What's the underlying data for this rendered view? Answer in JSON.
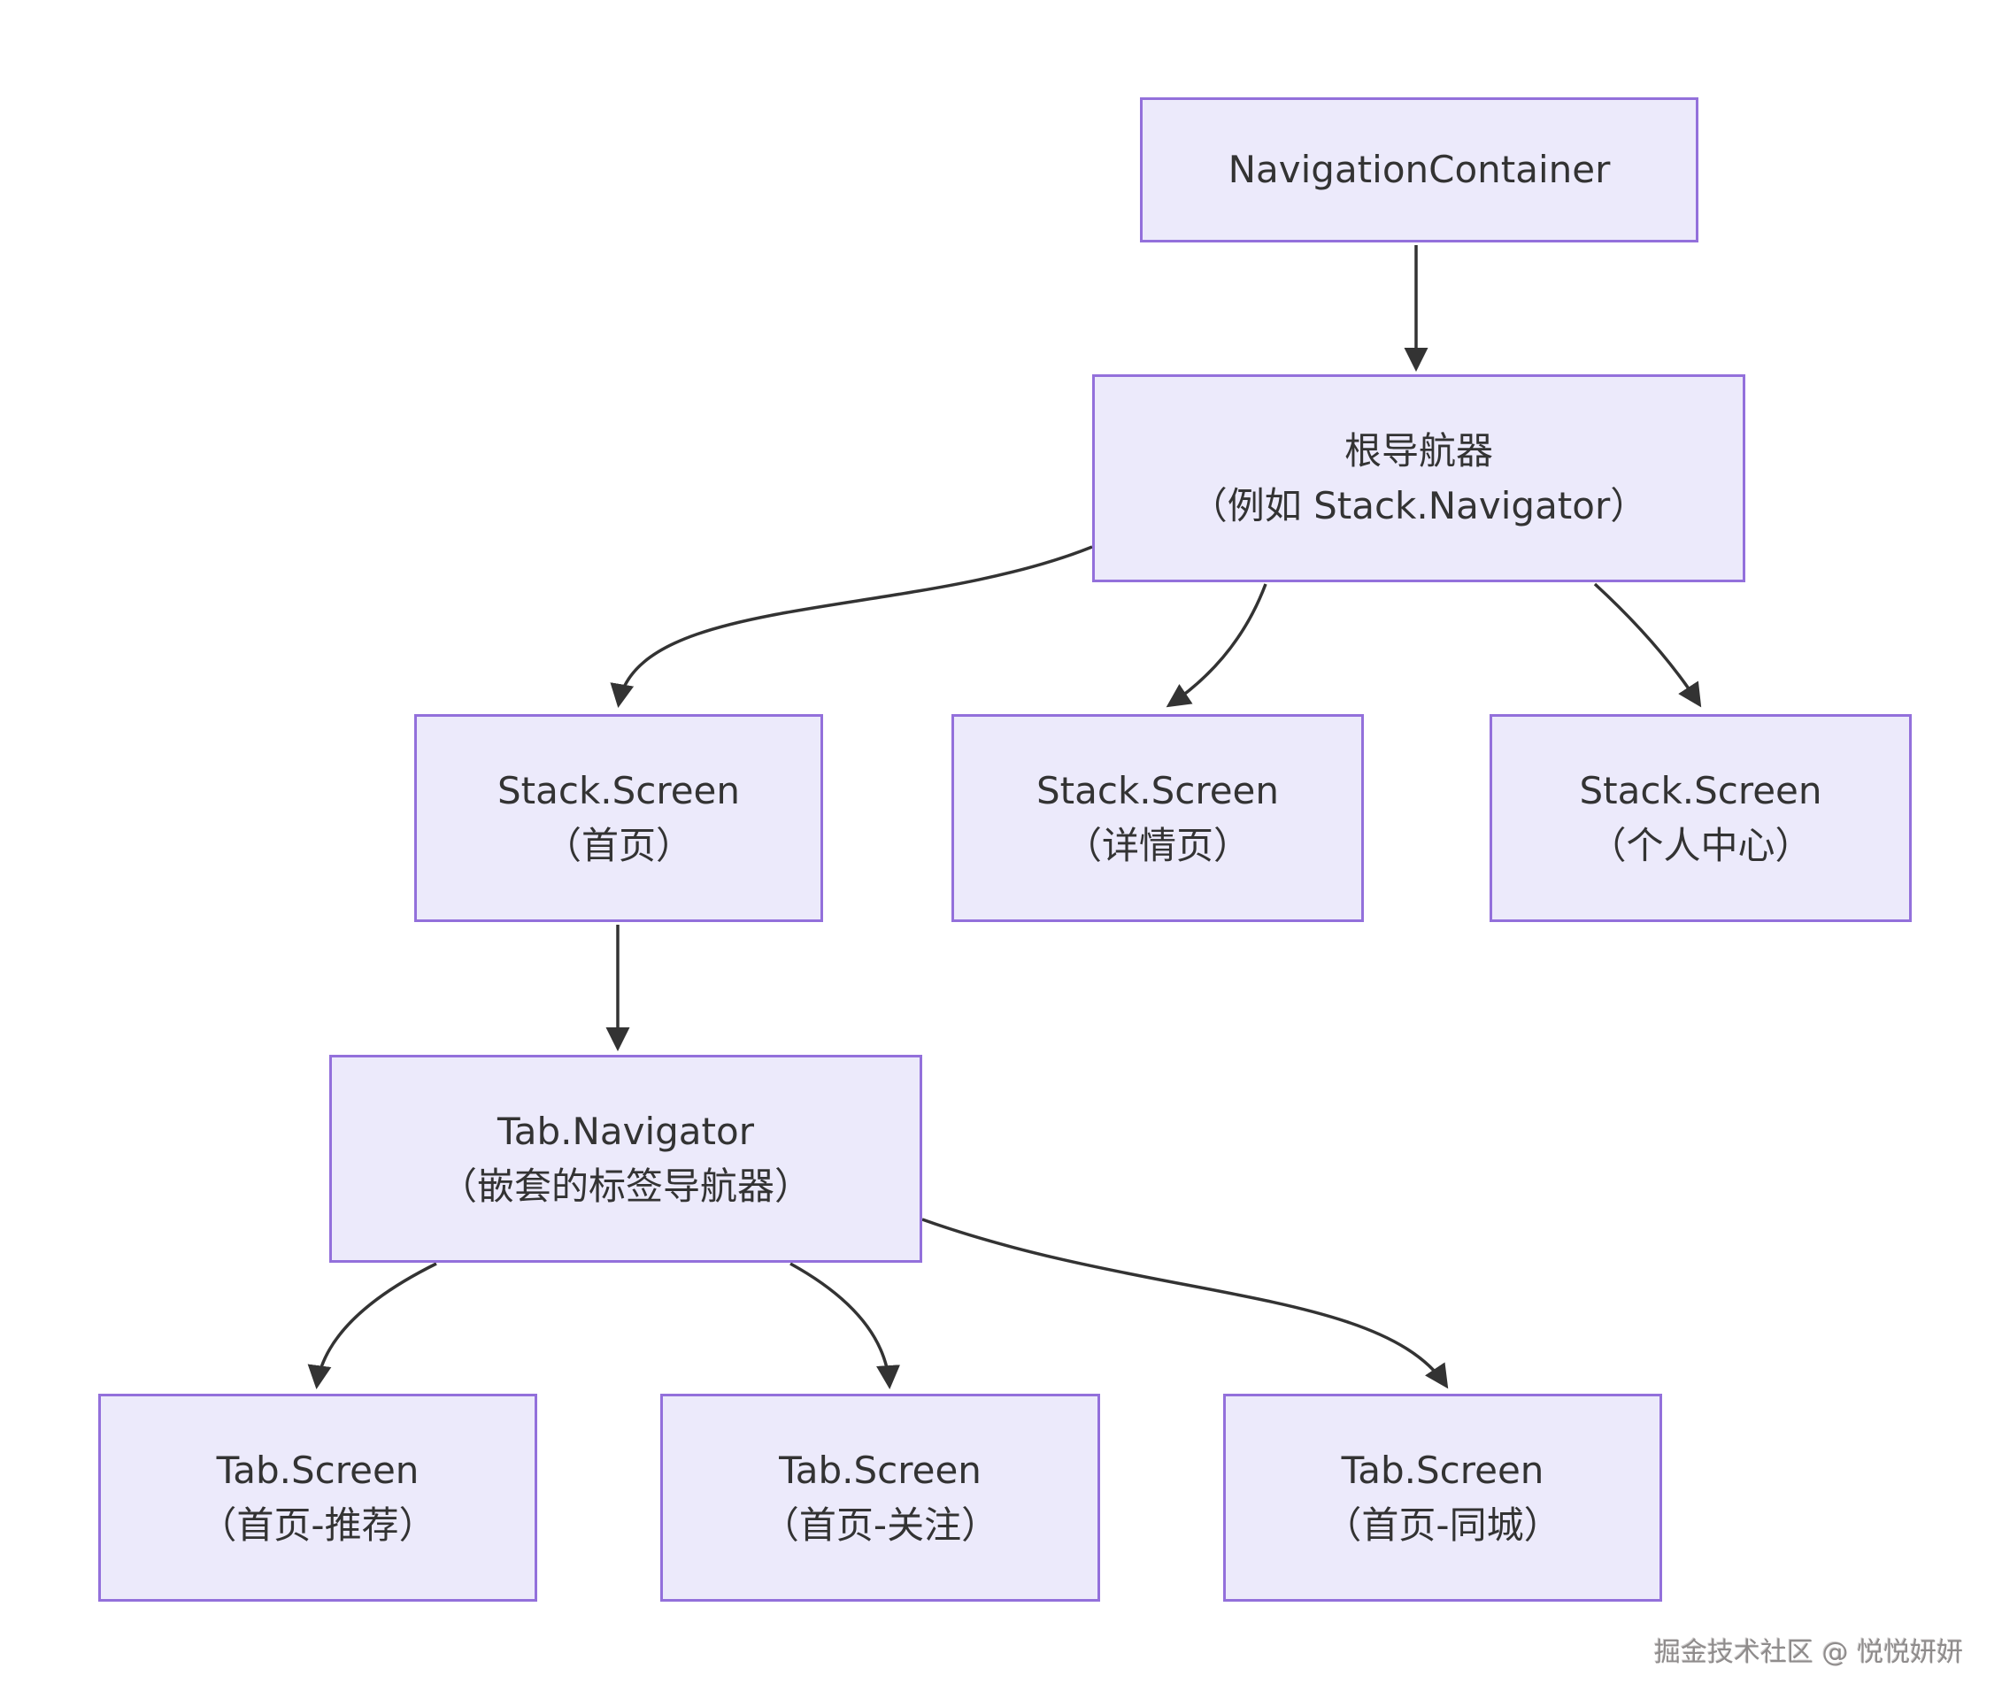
{
  "page": {
    "background": "#ffffff"
  },
  "colors": {
    "node_fill": "#ECEAFB",
    "node_border": "#9370DB",
    "node_text": "#333333",
    "arrow": "#333333",
    "watermark_text": "#8f8c8c"
  },
  "nodes": {
    "navigation_container": {
      "line1": "NavigationContainer"
    },
    "root_navigator": {
      "line1": "根导航器",
      "line2": "（例如 Stack.Navigator）"
    },
    "stack_screen_home": {
      "line1": "Stack.Screen",
      "line2": "（首页）"
    },
    "stack_screen_detail": {
      "line1": "Stack.Screen",
      "line2": "（详情页）"
    },
    "stack_screen_profile": {
      "line1": "Stack.Screen",
      "line2": "（个人中心）"
    },
    "tab_navigator": {
      "line1": "Tab.Navigator",
      "line2": "（嵌套的标签导航器）"
    },
    "tab_screen_recommend": {
      "line1": "Tab.Screen",
      "line2": "（首页-推荐）"
    },
    "tab_screen_follow": {
      "line1": "Tab.Screen",
      "line2": "（首页-关注）"
    },
    "tab_screen_city": {
      "line1": "Tab.Screen",
      "line2": "（首页-同城）"
    }
  },
  "edges": [
    {
      "from": "navigation_container",
      "to": "root_navigator"
    },
    {
      "from": "root_navigator",
      "to": "stack_screen_home"
    },
    {
      "from": "root_navigator",
      "to": "stack_screen_detail"
    },
    {
      "from": "root_navigator",
      "to": "stack_screen_profile"
    },
    {
      "from": "stack_screen_home",
      "to": "tab_navigator"
    },
    {
      "from": "tab_navigator",
      "to": "tab_screen_recommend"
    },
    {
      "from": "tab_navigator",
      "to": "tab_screen_follow"
    },
    {
      "from": "tab_navigator",
      "to": "tab_screen_city"
    }
  ],
  "watermark": "掘金技术社区 @ 悦悦妍妍"
}
